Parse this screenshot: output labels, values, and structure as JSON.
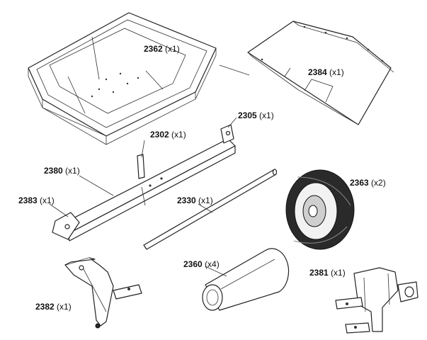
{
  "parts": [
    {
      "key": "tray",
      "number": "2362",
      "qty": "(x1)"
    },
    {
      "key": "deflector",
      "number": "2384",
      "qty": "(x1)"
    },
    {
      "key": "bracket-2305",
      "number": "2305",
      "qty": "(x1)"
    },
    {
      "key": "bracket-2302",
      "number": "2302",
      "qty": "(x1)"
    },
    {
      "key": "frame",
      "number": "2380",
      "qty": "(x1)"
    },
    {
      "key": "hitch-plate",
      "number": "2383",
      "qty": "(x1)"
    },
    {
      "key": "axle",
      "number": "2330",
      "qty": "(x1)"
    },
    {
      "key": "wheel",
      "number": "2363",
      "qty": "(x2)"
    },
    {
      "key": "spacer",
      "number": "2360",
      "qty": "(x4)"
    },
    {
      "key": "hitch",
      "number": "2381",
      "qty": "(x1)"
    },
    {
      "key": "stand",
      "number": "2382",
      "qty": "(x1)"
    }
  ]
}
